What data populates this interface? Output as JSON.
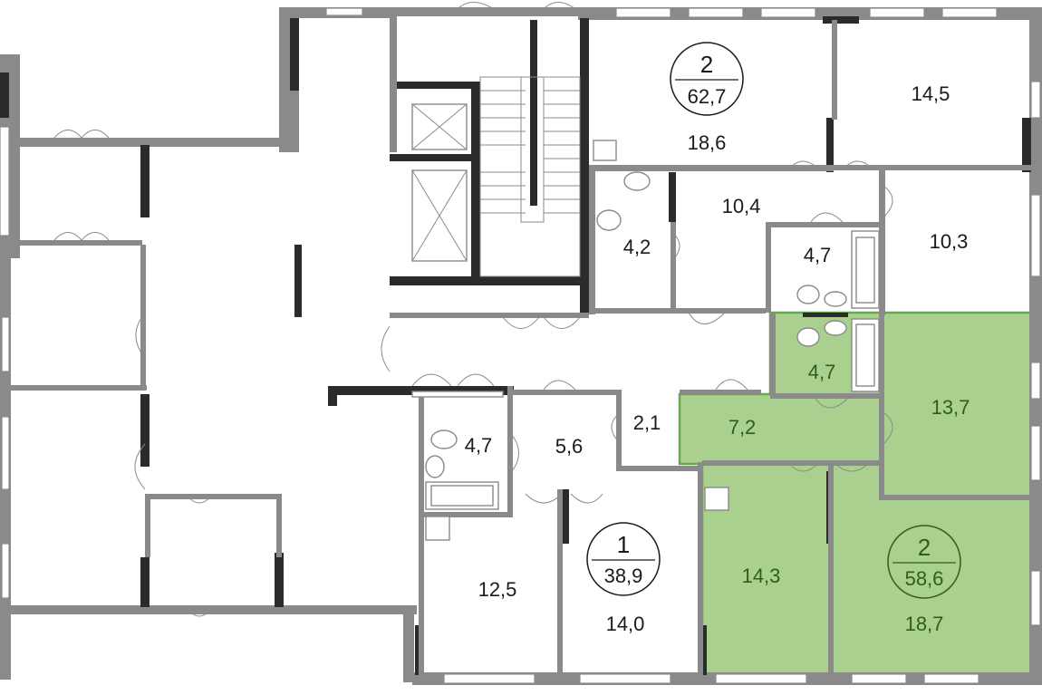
{
  "colors": {
    "wall": "#8a8a8a",
    "wall_dark": "#2b2b2b",
    "highlight_fill": "#a9d08e",
    "highlight_stroke": "#6aa84f",
    "text": "#1a1a1a",
    "text_highlight": "#2f5d1c"
  },
  "apartments": [
    {
      "rooms": "2",
      "total_area": "62,7",
      "highlighted": false
    },
    {
      "rooms": "1",
      "total_area": "38,9",
      "highlighted": false
    },
    {
      "rooms": "2",
      "total_area": "58,6",
      "highlighted": true
    }
  ],
  "rooms": {
    "apt_a_living": "18,6",
    "apt_a_bath": "4,2",
    "apt_a_hall": "10,4",
    "top_right_room": "14,5",
    "right_room": "10,3",
    "right_bath": "4,7",
    "apt_c_bath": "4,7",
    "apt_c_room_right": "13,7",
    "apt_c_hall": "7,2",
    "apt_c_bedroom": "14,3",
    "apt_c_living": "18,7",
    "apt_b_bath": "4,7",
    "apt_b_hall": "5,6",
    "apt_b_closet": "2,1",
    "apt_b_kitchen": "12,5",
    "apt_b_room": "14,0"
  }
}
